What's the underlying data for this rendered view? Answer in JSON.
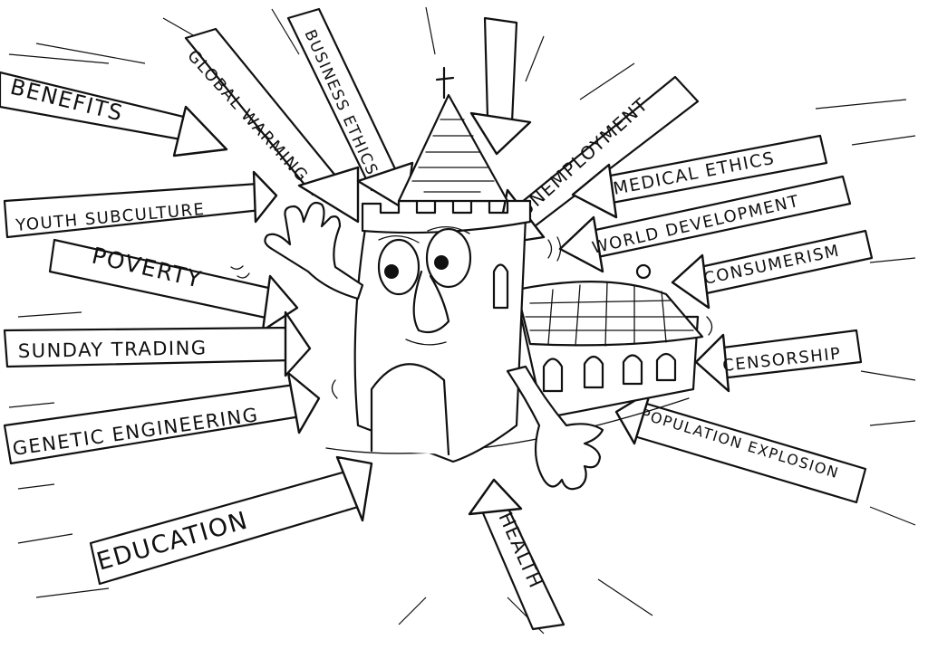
{
  "labels": {
    "benefits": "BENEFITS",
    "global_warming": "GLOBAL WARMING",
    "business_ethics": "BUSINESS ETHICS",
    "unemployment": "UNEMPLOYMENT",
    "medical_ethics": "MEDICAL ETHICS",
    "world_development": "WORLD DEVELOPMENT",
    "consumerism": "CONSUMERISM",
    "youth_subculture": "YOUTH SUBCULTURE",
    "poverty": "POVERTY",
    "sunday_trading": "SUNDAY TRADING",
    "genetic_engineering": "GENETIC ENGINEERING",
    "censorship": "CENSORSHIP",
    "population_explosion": "POPULATION EXPLOSION",
    "education": "EDUCATION",
    "health": "HEALTH"
  }
}
